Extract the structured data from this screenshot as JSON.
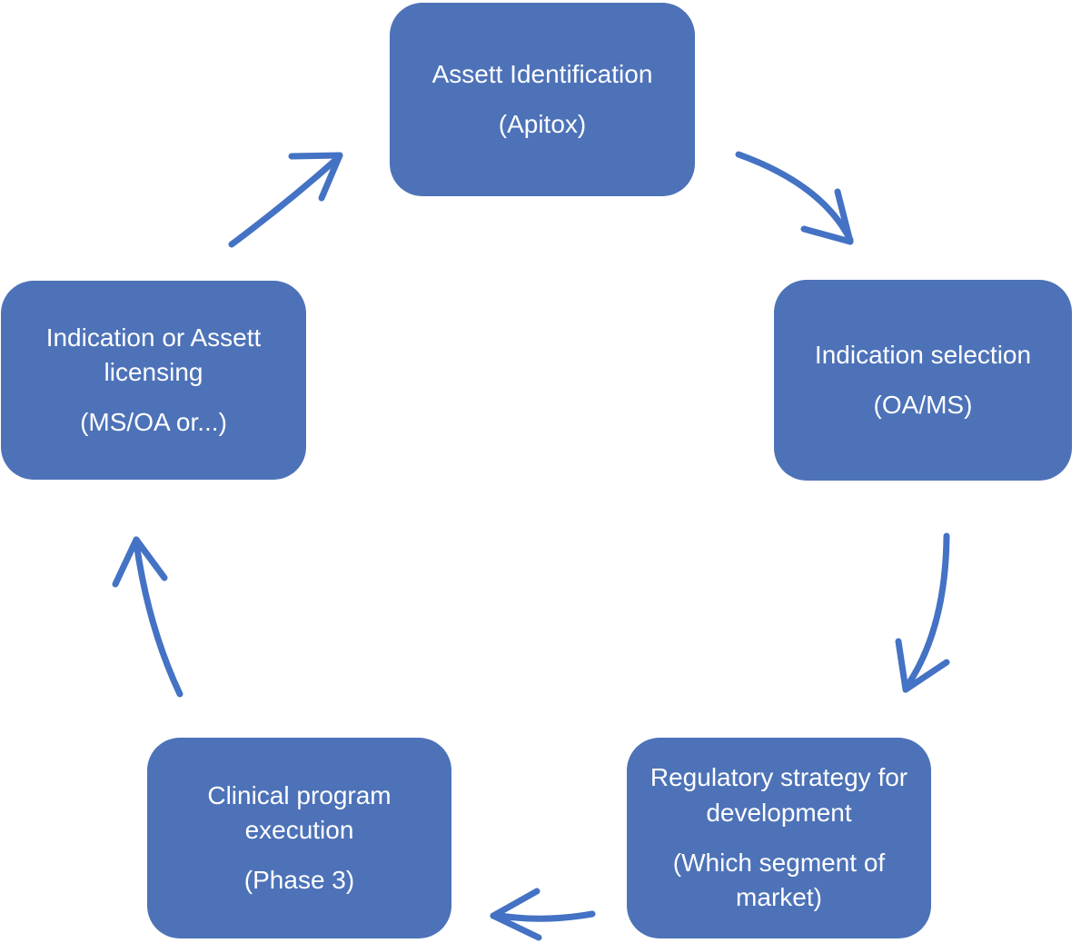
{
  "diagram": {
    "type": "cycle",
    "colors": {
      "node_fill": "#4d72b8",
      "arrow_color": "#4472c4",
      "text_color": "#ffffff",
      "background": "#ffffff"
    },
    "nodes": [
      {
        "id": "asset-identification",
        "label": "Assett Identification",
        "sublabel": "(Apitox)",
        "position": "top"
      },
      {
        "id": "indication-selection",
        "label": "Indication selection",
        "sublabel": "(OA/MS)",
        "position": "right"
      },
      {
        "id": "regulatory-strategy",
        "label": "Regulatory strategy for development",
        "sublabel": "(Which segment of market)",
        "position": "bottom-right"
      },
      {
        "id": "clinical-program-execution",
        "label": "Clinical program execution",
        "sublabel": "(Phase 3)",
        "position": "bottom-left"
      },
      {
        "id": "indication-or-asset-licensing",
        "label": "Indication or Assett licensing",
        "sublabel": "(MS/OA or...)",
        "position": "left"
      }
    ],
    "flow": [
      "asset-identification",
      "indication-selection",
      "regulatory-strategy",
      "clinical-program-execution",
      "indication-or-asset-licensing",
      "asset-identification"
    ]
  }
}
